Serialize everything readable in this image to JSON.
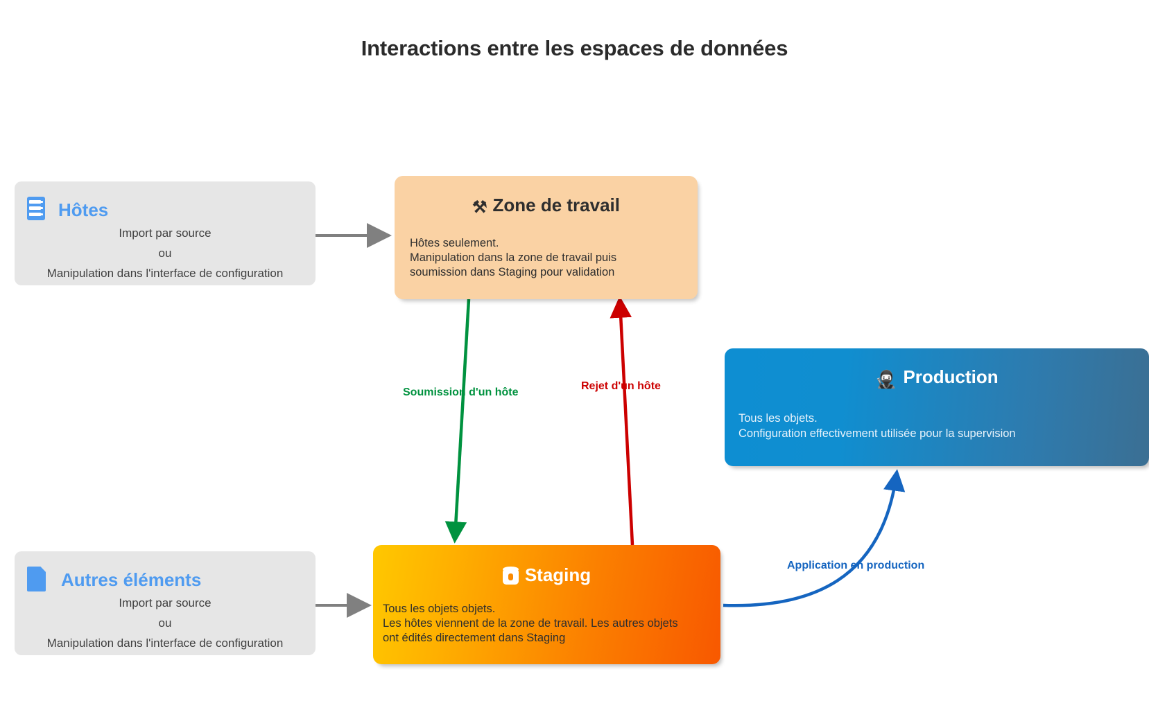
{
  "title": "Interactions entre les espaces de données",
  "nodes": {
    "hosts": {
      "icon": "server-rack-icon",
      "title": "Hôtes",
      "line1": "Import par source",
      "line2": "ou",
      "line3": "Manipulation dans l'interface de configuration"
    },
    "other_elements": {
      "icon": "document-icon",
      "title": "Autres éléments",
      "line1": "Import par source",
      "line2": "ou",
      "line3": "Manipulation dans l'interface de configuration"
    },
    "workspace": {
      "icon": "hammer-and-wrench-icon",
      "glyph": "⚒",
      "title": "Zone de travail",
      "body": "Hôtes seulement.\nManipulation dans la zone de travail puis\nsoumission dans Staging pour validation"
    },
    "staging": {
      "icon": "database-icon",
      "title": "Staging",
      "body": "Tous les objets objets.\nLes hôtes viennent de la zone de travail. Les autres objets\nont édités directement dans Staging"
    },
    "production": {
      "icon": "ninja-icon",
      "glyph": "🥷",
      "title": "Production",
      "body": "Tous les objets.\nConfiguration effectivement utilisée pour la supervision"
    }
  },
  "edges": {
    "submit": {
      "label": "Soumission d'un hôte",
      "color": "#00923f"
    },
    "reject": {
      "label": "Rejet d'un hôte",
      "color": "#cc0000"
    },
    "apply": {
      "label": "Application en production",
      "color": "#1565c0"
    },
    "import_hosts": {
      "label": "",
      "color": "#808080"
    },
    "import_other": {
      "label": "",
      "color": "#808080"
    }
  },
  "colors": {
    "title_text": "#2b2b2b",
    "source_box": "#e6e6e6",
    "source_accent": "#4f9bf0",
    "workspace_bg": "#fad2a4",
    "staging_from": "#ffc800",
    "staging_to": "#f85800",
    "production_from": "#0e8ed2",
    "production_to": "#3b6f93"
  }
}
